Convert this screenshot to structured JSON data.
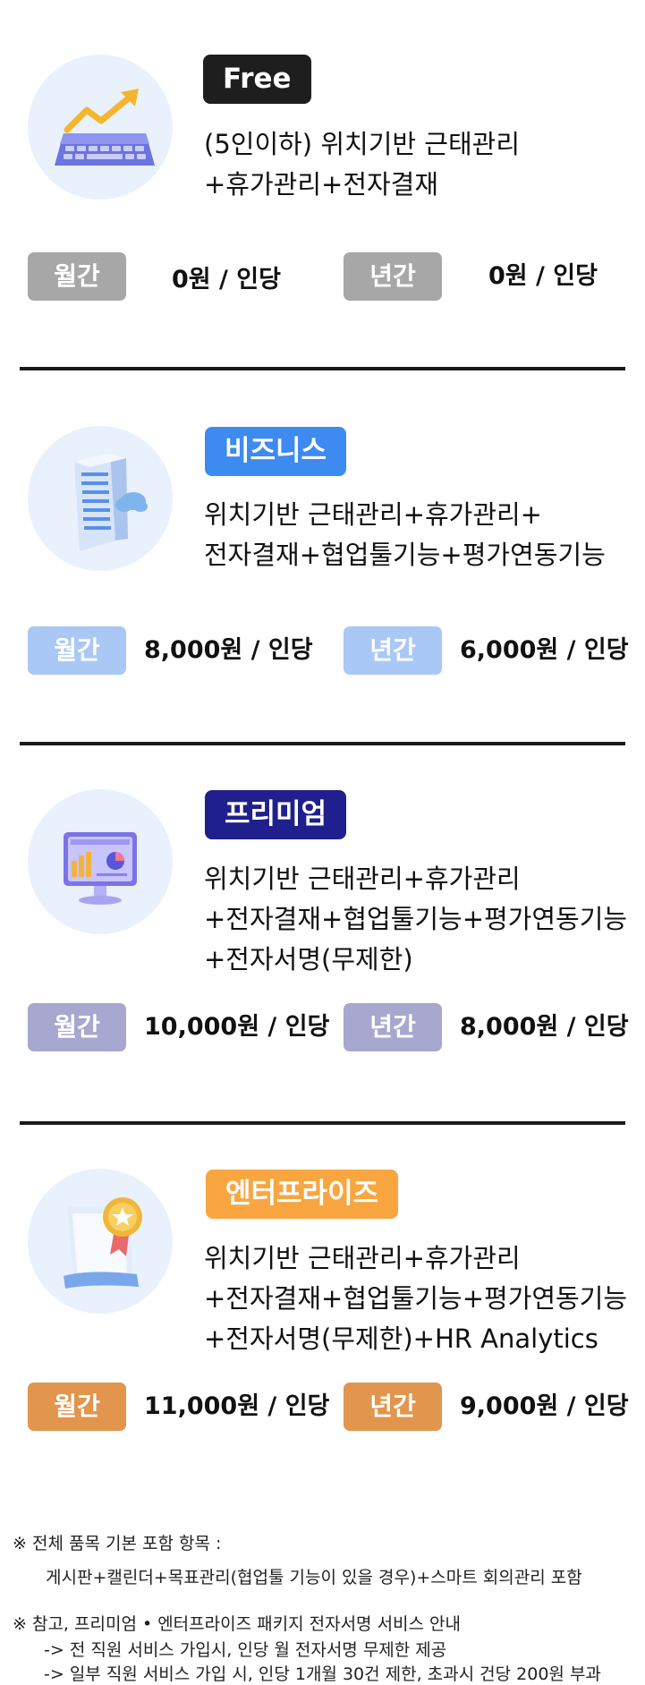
{
  "plans": [
    {
      "badge": "Free",
      "badge_color": "#1e1e1e",
      "icon": "keyboard-chart-icon",
      "desc": [
        "(5인이하) 위치기반 근태관리",
        "+휴가관리+전자결재"
      ],
      "monthly_label": "월간",
      "monthly_price": "0원 / 인당",
      "yearly_label": "년간",
      "yearly_price": "0원 / 인당",
      "pill_color": "#a7a7a7"
    },
    {
      "badge": "비즈니스",
      "badge_color": "#3d8af0",
      "icon": "building-cloud-icon",
      "desc": [
        "위치기반 근태관리+휴가관리+",
        "전자결재+협업툴기능+평가연동기능"
      ],
      "monthly_label": "월간",
      "monthly_price": "8,000원 / 인당",
      "yearly_label": "년간",
      "yearly_price": "6,000원 / 인당",
      "pill_color": "#a9c8f6"
    },
    {
      "badge": "프리미엄",
      "badge_color": "#1f1f8e",
      "icon": "monitor-dashboard-icon",
      "desc": [
        "위치기반 근태관리+휴가관리",
        "+전자결재+협업툴기능+평가연동기능",
        "+전자서명(무제한)"
      ],
      "monthly_label": "월간",
      "monthly_price": "10,000원 / 인당",
      "yearly_label": "년간",
      "yearly_price": "8,000원 / 인당",
      "pill_color": "#a7a7d0"
    },
    {
      "badge": "엔터프라이즈",
      "badge_color": "#f9a641",
      "icon": "certificate-medal-icon",
      "desc": [
        "위치기반 근태관리+휴가관리",
        "+전자결재+협업툴기능+평가연동기능",
        "+전자서명(무제한)+HR Analytics"
      ],
      "monthly_label": "월간",
      "monthly_price": "11,000원 / 인당",
      "yearly_label": "년간",
      "yearly_price": "9,000원 / 인당",
      "pill_color": "#e1954d"
    }
  ],
  "notes": {
    "note1_title": "※  전체 품목 기본 포함 항목 :",
    "note1_body": "게시판+캘린더+목표관리(협업툴 기능이 있을 경우)+스마트 회의관리 포함",
    "note2_title": "※  참고, 프리미엄 • 엔터프라이즈 패키지 전자서명 서비스 안내",
    "note2_line1": "-> 전 직원 서비스 가입시, 인당 월 전자서명 무제한 제공",
    "note2_line2": "-> 일부 직원 서비스 가입 시, 인당 1개월 30건 제한, 초과시 건당 200원 부과"
  }
}
